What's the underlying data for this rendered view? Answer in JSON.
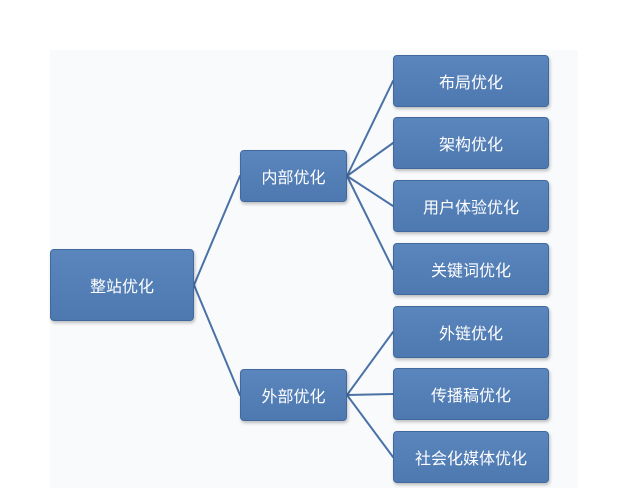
{
  "colors": {
    "node_fill": "#4f7bb3",
    "connector": "#4a72a6"
  },
  "tree": {
    "root": "整站优化",
    "branches": [
      {
        "label": "内部优化",
        "leaves": [
          "布局优化",
          "架构优化",
          "用户体验优化",
          "关键词优化"
        ]
      },
      {
        "label": "外部优化",
        "leaves": [
          "外链优化",
          "传播稿优化",
          "社会化媒体优化"
        ]
      }
    ]
  }
}
